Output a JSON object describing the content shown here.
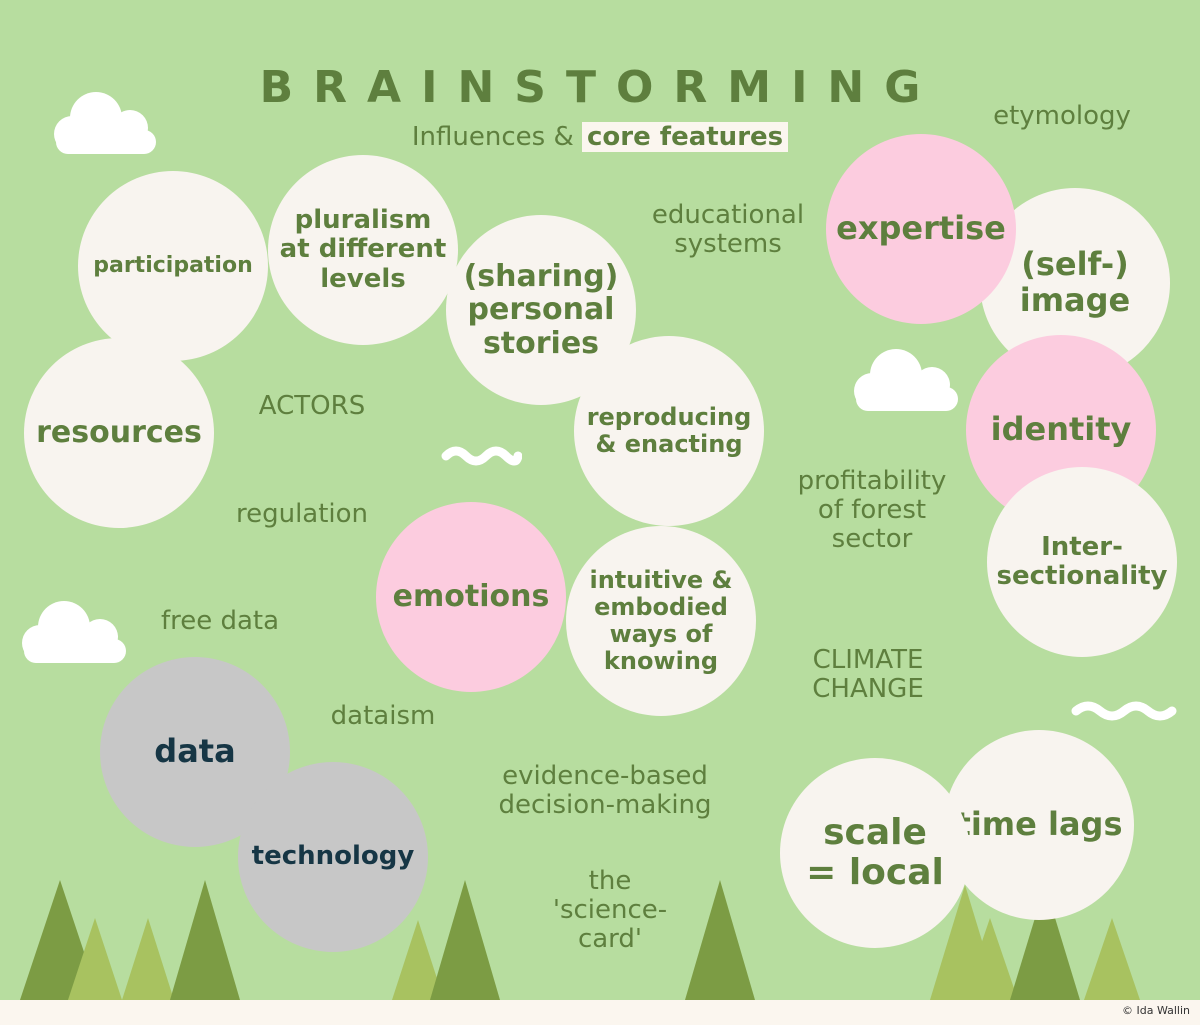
{
  "title": "BRAINSTORMING",
  "subtitle": {
    "prefix": "Influences &",
    "highlight": "core features"
  },
  "bubbles": {
    "participation": "participation",
    "pluralism": "pluralism\nat different\nlevels",
    "sharing": "(sharing)\npersonal\nstories",
    "resources": "resources",
    "reproducing": "reproducing\n& enacting",
    "emotions": "emotions",
    "intuitive": "intuitive &\nembodied\nways of\nknowing",
    "expertise": "expertise",
    "selfimage": "(self-)\nimage",
    "identity": "identity",
    "intersectionality": "Inter-\nsectionality",
    "data": "data",
    "technology": "technology",
    "scale": "scale\n= local",
    "timelags": "time lags"
  },
  "words": {
    "etymology": "etymology",
    "educational": "educational\nsystems",
    "actors": "ACTORS",
    "regulation": "regulation",
    "profitability": "profitability\nof forest\nsector",
    "free_data": "free data",
    "climate": "CLIMATE\nCHANGE",
    "dataism": "dataism",
    "evidence": "evidence-based\ndecision-making",
    "science": "the\n'science-\ncard'"
  },
  "credit": "© Ida Wallin",
  "colors": {
    "background": "#b7dd9f",
    "text_green": "#5e7f3e",
    "cream": "#f8f4ef",
    "pink": "#fcccdf",
    "grey": "#c7c7c7",
    "dark_text": "#163645",
    "tree_dark": "#7c9c44",
    "tree_light": "#a8c260"
  }
}
